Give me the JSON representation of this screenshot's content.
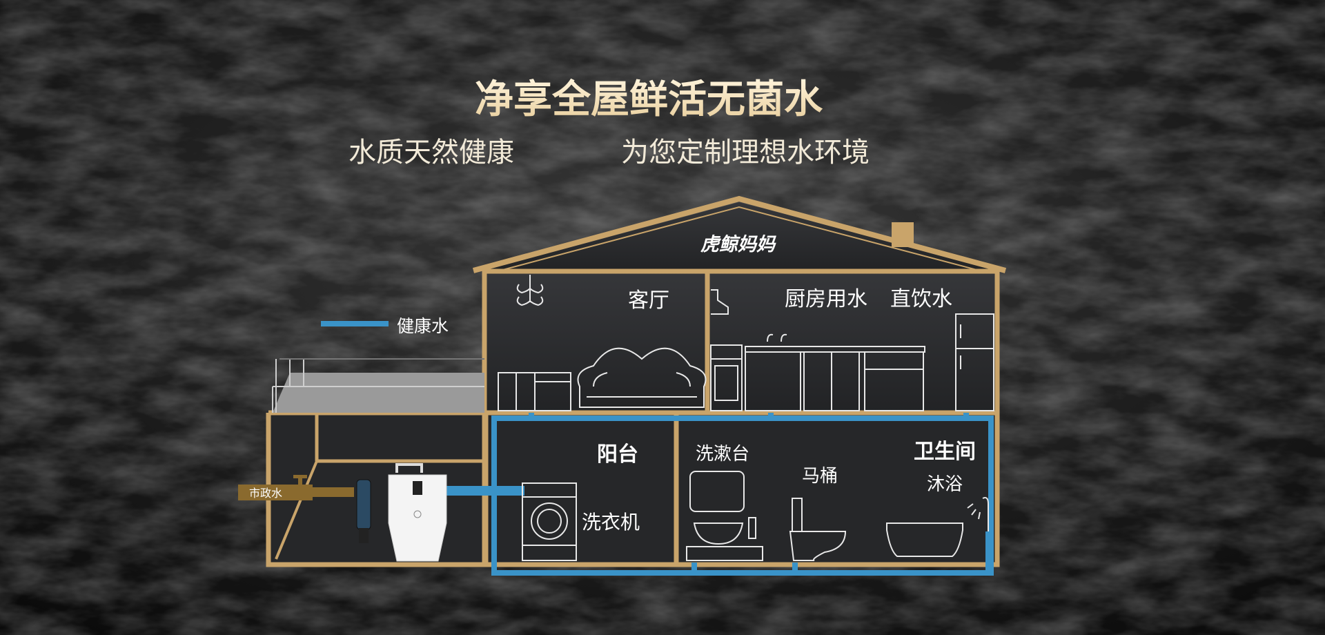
{
  "header": {
    "title": "净享全屋鲜活无菌水",
    "subtitle_left": "水质天然健康",
    "subtitle_right": "为您定制理想水环境"
  },
  "brand": {
    "logo_text": "虎鲸妈妈"
  },
  "legend": {
    "label": "健康水",
    "color": "#3a93c8"
  },
  "inlet": {
    "label": "市政水"
  },
  "rooms": {
    "living_room": "客厅",
    "kitchen": "厨房用水",
    "drinking": "直饮水",
    "balcony": "阳台",
    "washing_machine": "洗衣机",
    "washbasin": "洗漱台",
    "toilet": "马桶",
    "bathroom": "卫生间",
    "shower": "沐浴"
  },
  "colors": {
    "gold": "#c9a46a",
    "pipe": "#3a93c8",
    "wall": "#2f3033"
  }
}
